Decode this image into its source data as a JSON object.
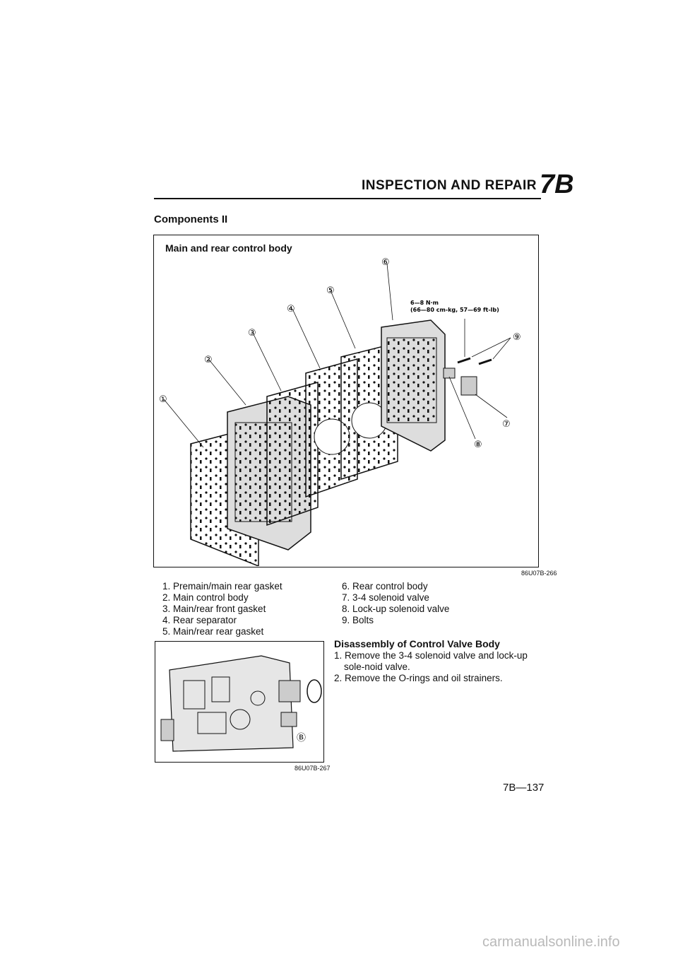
{
  "header": {
    "title": "INSPECTION AND REPAIR",
    "tag": "7B"
  },
  "section_title": "Components II",
  "figure1": {
    "title": "Main and rear control body",
    "code": "86U07B-266",
    "torque_line1": "6—8 N·m",
    "torque_line2": "(66—80 cm-kg, 57—69 ft-lb)",
    "callouts": [
      "①",
      "②",
      "③",
      "④",
      "⑤",
      "⑥",
      "⑦",
      "⑧",
      "⑨"
    ]
  },
  "legend": {
    "left": [
      "1. Premain/main rear gasket",
      "2. Main control body",
      "3. Main/rear front gasket",
      "4. Rear separator",
      "5. Main/rear rear gasket"
    ],
    "right": [
      "6. Rear control body",
      "7. 3-4 solenoid valve",
      "8. Lock-up solenoid valve",
      "9. Bolts"
    ]
  },
  "procedure": {
    "title": "Disassembly of Control Valve Body",
    "steps": [
      "1. Remove the 3-4 solenoid valve and lock-up sole-noid valve.",
      "2. Remove the O-rings and oil strainers."
    ]
  },
  "figure2": {
    "code": "86U07B-267",
    "callout": "Ⓑ"
  },
  "page_number": "7B—137",
  "footer": "carmanualsonline.info"
}
